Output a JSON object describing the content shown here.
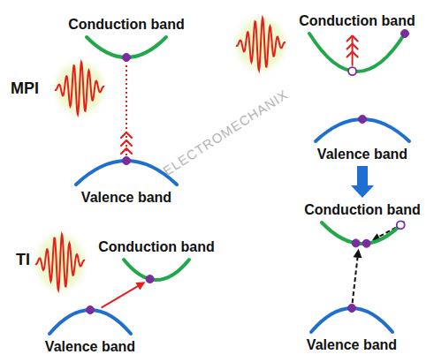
{
  "diagram": {
    "nodes": [
      {
        "text": [
          "Conduction band"
        ]
      },
      {
        "text": [
          "Valence band"
        ]
      },
      {
        "text": [
          "Conduction band"
        ]
      },
      {
        "text": [
          "Valence band"
        ]
      },
      {
        "text": [
          "Conduction band"
        ]
      },
      {
        "text": [
          "Valence band"
        ]
      },
      {
        "text": [
          "Conduction band"
        ]
      },
      {
        "text": [
          "Valence band"
        ]
      }
    ],
    "edges": [
      {
        "from": 1,
        "to": 0,
        "arrow": "to"
      },
      {
        "from": 5,
        "to": 4,
        "arrow": "to"
      },
      {
        "from": 7,
        "to": 6,
        "arrow": "to"
      },
      {
        "from": 3,
        "to": 6,
        "arrow": "to"
      }
    ],
    "labels": [
      "MPI",
      "TI",
      "ELECTROMECHANIX"
    ]
  }
}
